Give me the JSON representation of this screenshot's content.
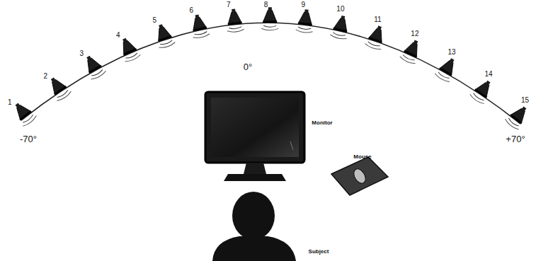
{
  "diagram": {
    "labels": [
      "1",
      "2",
      "3",
      "4",
      "5",
      "6",
      "7",
      "8",
      "9",
      "10",
      "11",
      "12",
      "13",
      "14",
      "15",
      "-70°",
      "0°",
      "+70°",
      "Monitor",
      "Mouse",
      "Subject"
    ]
  }
}
